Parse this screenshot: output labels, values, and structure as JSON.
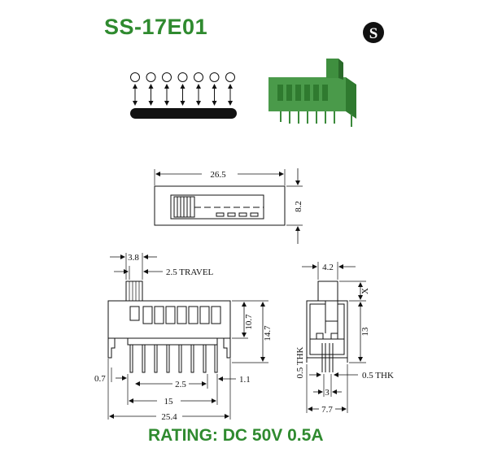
{
  "header": {
    "title": "SS-17E01",
    "brand_logo": "S-logo"
  },
  "footer": {
    "rating": "RATING: DC 50V 0.5A"
  },
  "schematic": {
    "terminal_count": 7
  },
  "top_view": {
    "width_label": "26.5",
    "height_label": "8.2"
  },
  "side_view": {
    "actuator_width_label": "3.8",
    "travel_label": "2.5 TRAVEL",
    "body_height_label": "10.7",
    "total_height_label": "14.7",
    "left_offset_label": "0.7",
    "pitch_label": "2.5",
    "right_offset_label": "1.1",
    "pin_span_label": "15",
    "total_length_label": "25.4"
  },
  "end_view": {
    "actuator_label": "4.2",
    "x_label": "X",
    "height_label": "13",
    "thk_left_label": "0.5 THK",
    "thk_right_label": "0.5 THK",
    "pin_spacing_label": "3",
    "width_label": "7.7"
  },
  "colors": {
    "brand_green": "#2f8a2f",
    "component_green": "#4a9a4a",
    "line": "#111111"
  }
}
